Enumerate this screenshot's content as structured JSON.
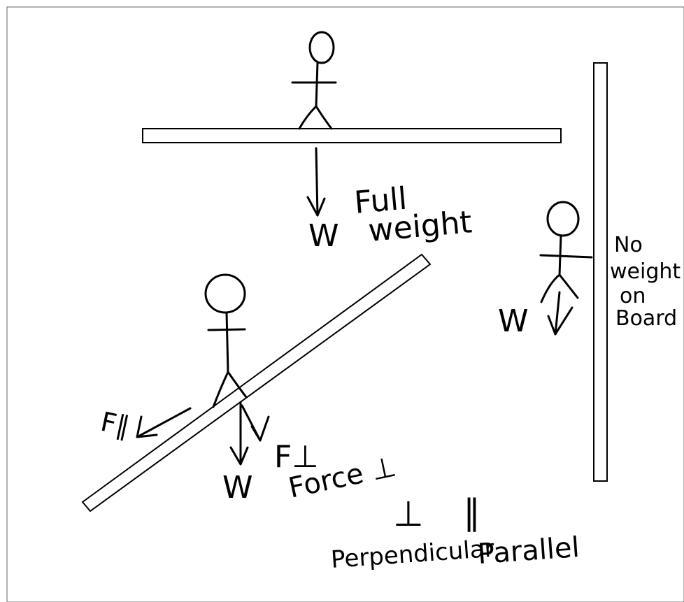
{
  "labels": {
    "top_w": "W",
    "full": "Full",
    "weight": "weight",
    "no_weight_1": "No",
    "no_weight_2": "weight",
    "no_weight_3": "on",
    "no_weight_4": "Board",
    "right_w": "W",
    "f_parallel": "F∥",
    "f_perp": "F⊥",
    "force_perp": "Force ⊥",
    "incline_w": "W",
    "perp_symbol": "⊥",
    "parallel_symbol": "∥",
    "perpendicular": "Perpendicular",
    "parallel": "Parallel"
  },
  "colors": {
    "ink": "#000000",
    "paper": "#ffffff"
  }
}
